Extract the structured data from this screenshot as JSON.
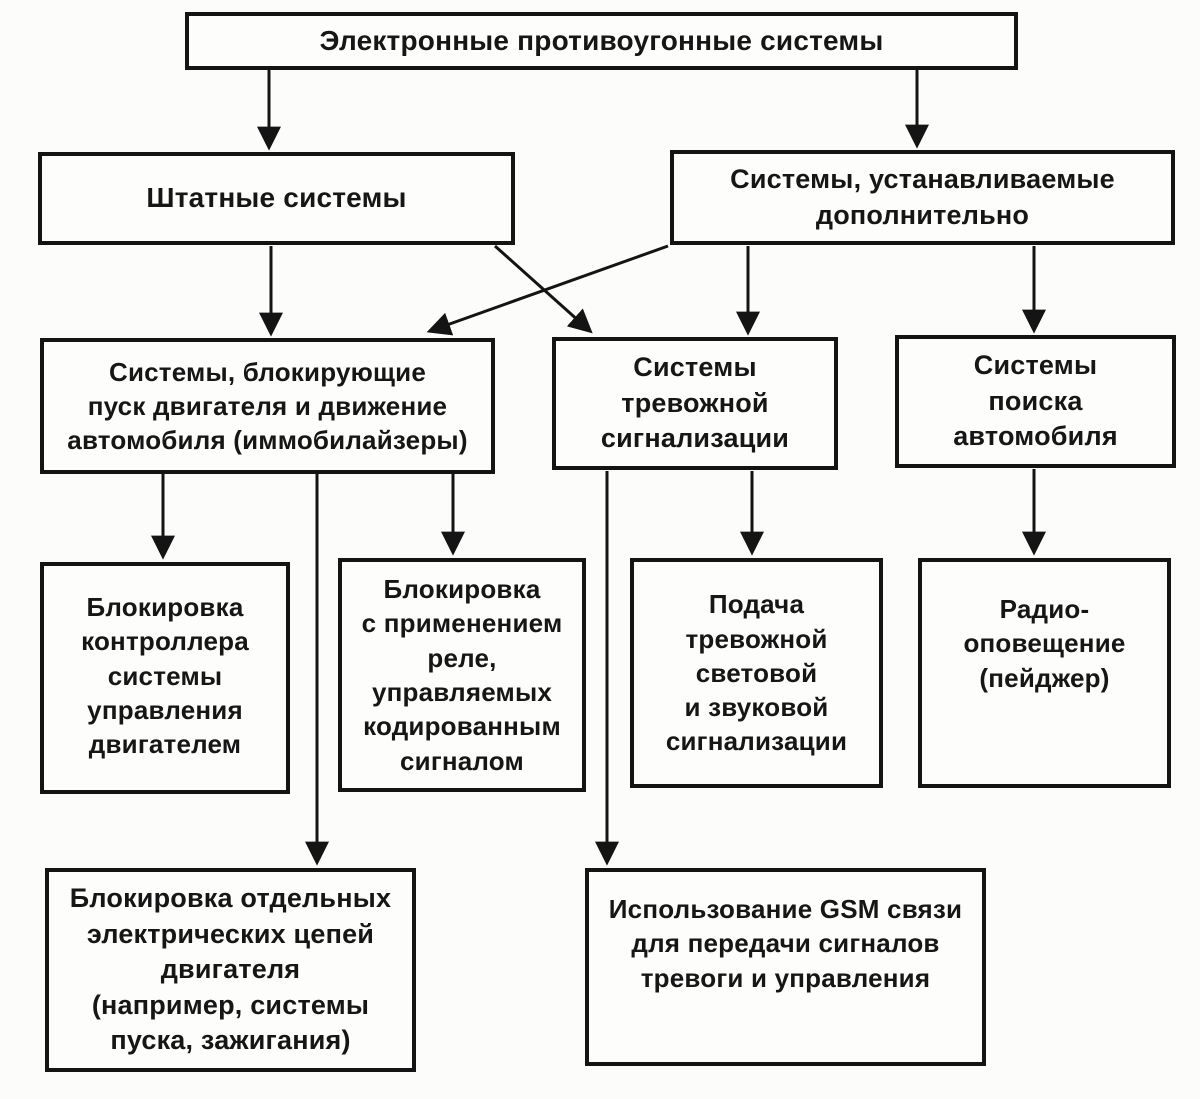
{
  "diagram_title": "Электронные противоугонные системы",
  "colors": {
    "ink": "#141414",
    "paper": "#fcfcfa"
  },
  "nodes": {
    "root": {
      "label": "Электронные противоугонные системы"
    },
    "l2a": {
      "label": "Штатные системы"
    },
    "l2b": {
      "label": "Системы, устанавливаемые\nдополнительно"
    },
    "l3a": {
      "label": "Системы, блокирующие\nпуск двигателя и движение\nавтомобиля (иммобилайзеры)"
    },
    "l3b": {
      "label": "Системы\nтревожной\nсигнализации"
    },
    "l3c": {
      "label": "Системы\nпоиска\nавтомобиля"
    },
    "l4a": {
      "label": "Блокировка\nконтроллера\nсистемы\nуправления\nдвигателем"
    },
    "l4b": {
      "label": "Блокировка\nс применением\nреле,\nуправляемых\nкодированным\nсигналом"
    },
    "l4c": {
      "label": "Подача\nтревожной\nсветовой\nи звуковой\nсигнализации"
    },
    "l4d": {
      "label": "Радио-\nоповещение\n(пейджер)"
    },
    "l5a": {
      "label": "Блокировка отдельных\nэлектрических цепей\nдвигателя\n(например, системы\nпуска, зажигания)"
    },
    "l5b": {
      "label": "Использование GSM связи\nдля передачи сигналов\nтревоги и управления"
    }
  },
  "edges": [
    {
      "from": "root",
      "to": "l2a"
    },
    {
      "from": "root",
      "to": "l2b"
    },
    {
      "from": "l2a",
      "to": "l3a"
    },
    {
      "from": "l2a",
      "to": "l3b"
    },
    {
      "from": "l2b",
      "to": "l3a"
    },
    {
      "from": "l2b",
      "to": "l3b"
    },
    {
      "from": "l2b",
      "to": "l3c"
    },
    {
      "from": "l3a",
      "to": "l4a"
    },
    {
      "from": "l3a",
      "to": "l4b"
    },
    {
      "from": "l3a",
      "to": "l5a"
    },
    {
      "from": "l3b",
      "to": "l4c"
    },
    {
      "from": "l3b",
      "to": "l5b"
    },
    {
      "from": "l3c",
      "to": "l4d"
    }
  ]
}
